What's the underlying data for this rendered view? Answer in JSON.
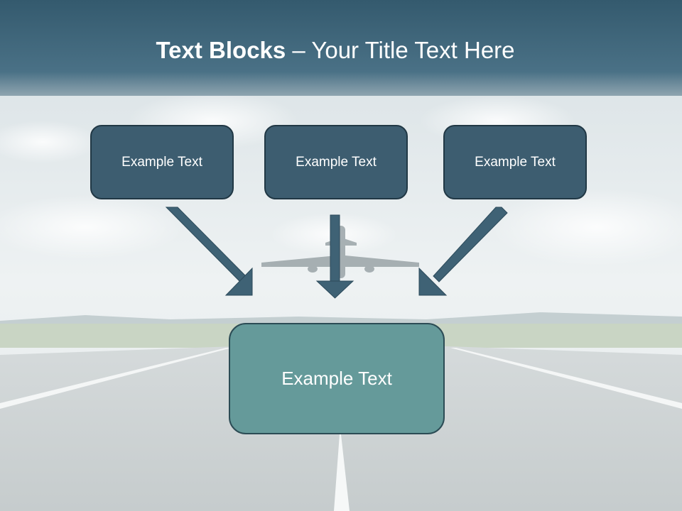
{
  "slide": {
    "title_bold": "Text Blocks",
    "title_dash": " – ",
    "title_rest": "Your Title Text Here"
  },
  "blocks": {
    "top": [
      "Example Text",
      "Example Text",
      "Example Text"
    ],
    "bottom": "Example Text"
  },
  "colors": {
    "header_band": "#456c82",
    "top_box_fill": "#3d5d70",
    "bottom_box_fill": "#659a9a",
    "arrow_fill": "#3f6275"
  }
}
